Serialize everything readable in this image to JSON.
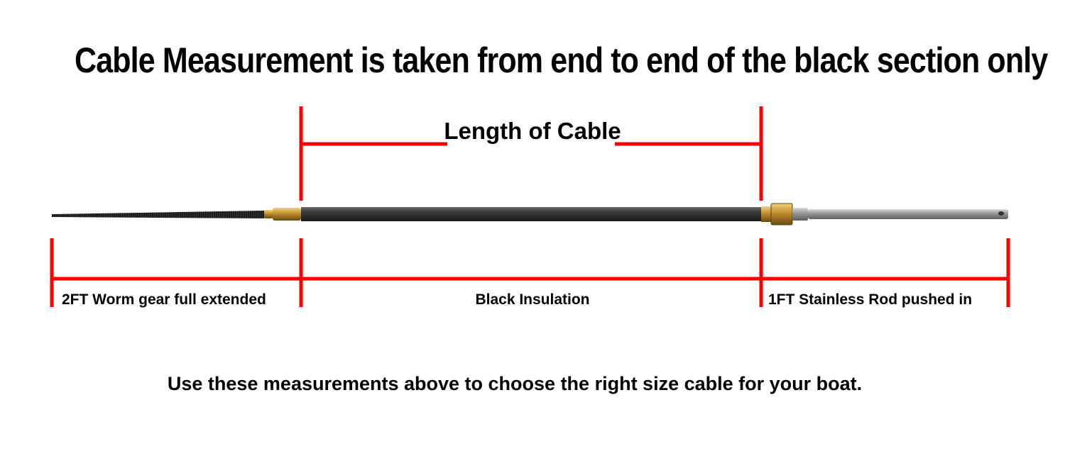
{
  "headline": "Cable Measurement is taken from end to end of the black section only",
  "length_label": "Length of Cable",
  "segments": {
    "worm_gear": "2FT Worm gear full extended",
    "black_insulation": "Black Insulation",
    "stainless_rod": "1FT Stainless Rod pushed in"
  },
  "footer": "Use these measurements above to choose the right size cable for your boat.",
  "colors": {
    "marker": "#ff0000",
    "insulation": "#2e2e2e",
    "brass": "#c89a3a",
    "stainless": "#a9a9a9"
  }
}
